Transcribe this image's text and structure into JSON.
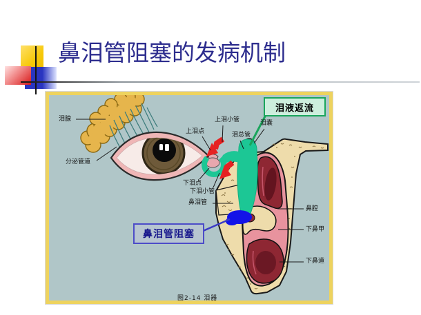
{
  "slide": {
    "title": "鼻泪管阻塞的发病机制"
  },
  "diagram": {
    "caption": "图2-14  泪器",
    "reflux_callout": "泪液返流",
    "obstruction_callout": "鼻泪管阻塞",
    "labels": [
      {
        "id": "lacrimal-gland",
        "text": "泪腺"
      },
      {
        "id": "secretory-ducts",
        "text": "分泌管道"
      },
      {
        "id": "upper-punctum",
        "text": "上泪点"
      },
      {
        "id": "upper-canaliculus",
        "text": "上泪小管"
      },
      {
        "id": "common-canaliculus",
        "text": "泪总管"
      },
      {
        "id": "lacrimal-sac",
        "text": "泪囊"
      },
      {
        "id": "lower-punctum",
        "text": "下泪点"
      },
      {
        "id": "lower-canaliculus",
        "text": "下泪小管"
      },
      {
        "id": "nasolacrimal-duct",
        "text": "鼻泪管"
      },
      {
        "id": "nasal-cavity",
        "text": "鼻腔"
      },
      {
        "id": "inferior-turbinate",
        "text": "下鼻甲"
      },
      {
        "id": "inferior-meatus",
        "text": "下鼻道"
      }
    ],
    "colors": {
      "panel_border": "#eed35e",
      "panel_bg": "#b0c6c8",
      "reflux_green": "#1cc795",
      "arrow_red": "#e62222",
      "obstruction_blue": "#1313e8",
      "bone": "#eedcab",
      "mucosa_pink": "#e8939e",
      "turbinate_red": "#8e2733",
      "gland_gold": "#e6b54c",
      "title_blue": "#2d2d8e"
    }
  }
}
